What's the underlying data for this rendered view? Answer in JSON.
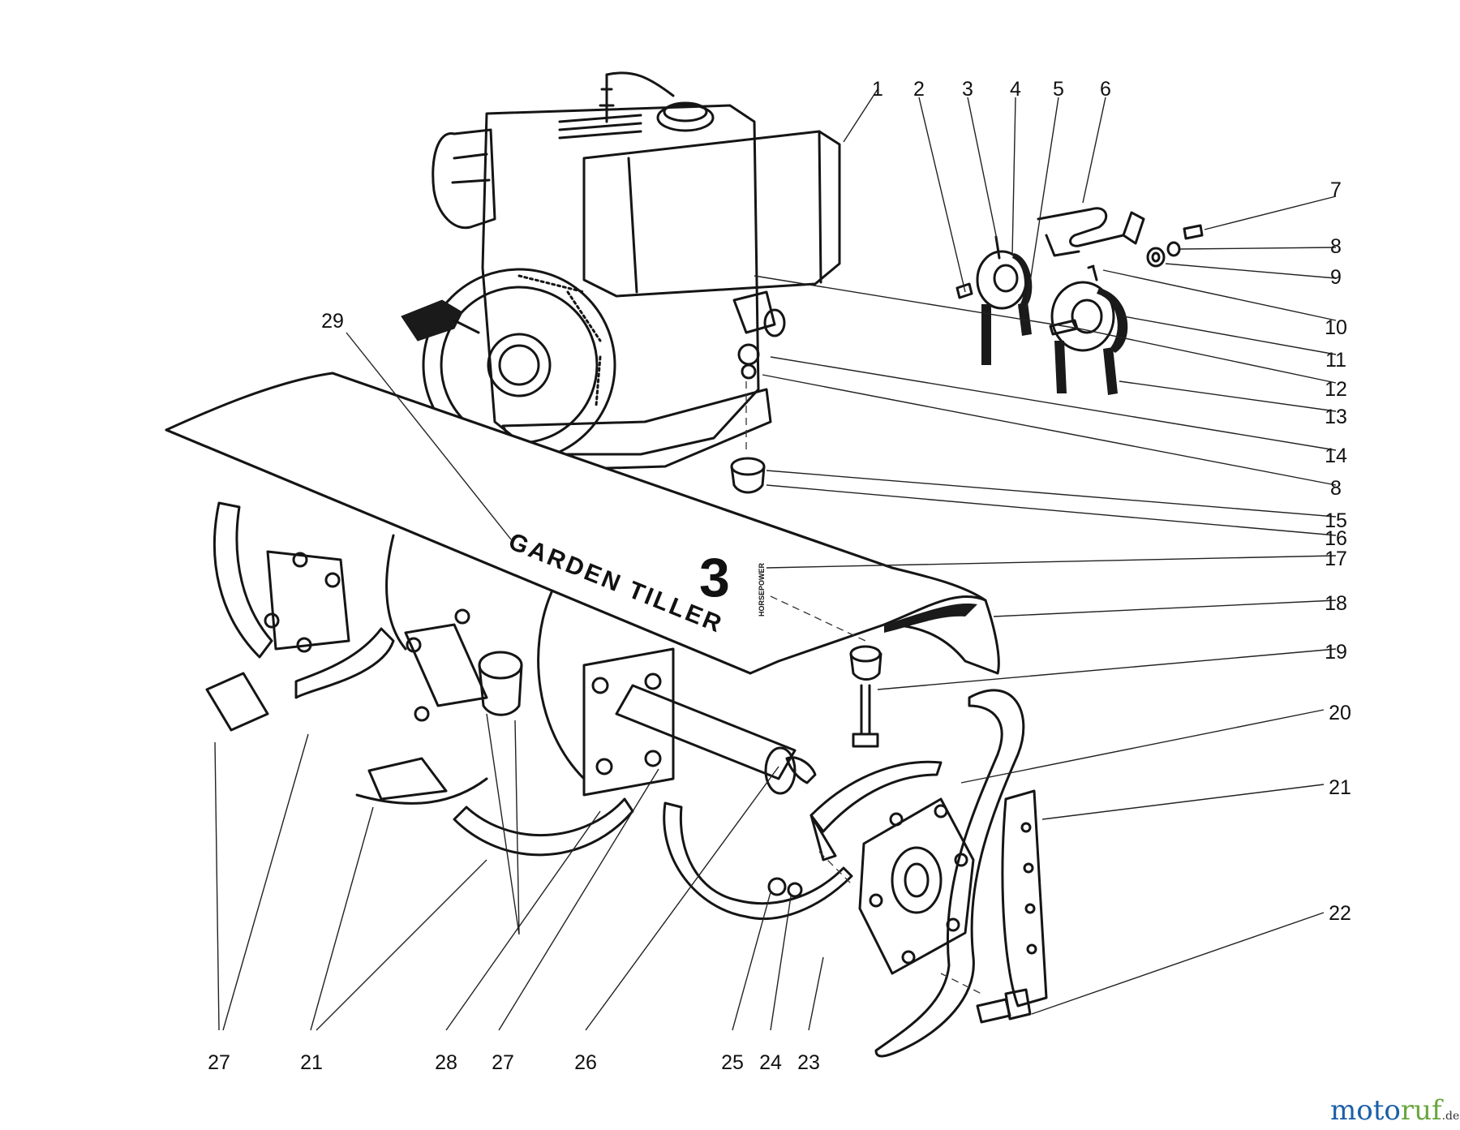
{
  "hood": {
    "brand_text": "GARDEN TILLER",
    "hp_number": "3",
    "hp_word": "HORSEPOWER"
  },
  "watermark": {
    "part1": "moto",
    "part2": "ruf",
    "suffix": ".de",
    "colors": [
      "#1a5fa8",
      "#6aa640"
    ]
  },
  "callouts": [
    {
      "id": "c1",
      "text": "1"
    },
    {
      "id": "c2",
      "text": "2"
    },
    {
      "id": "c3",
      "text": "3"
    },
    {
      "id": "c4",
      "text": "4"
    },
    {
      "id": "c5",
      "text": "5"
    },
    {
      "id": "c6",
      "text": "6"
    },
    {
      "id": "c7",
      "text": "7"
    },
    {
      "id": "c8a",
      "text": "8"
    },
    {
      "id": "c9",
      "text": "9"
    },
    {
      "id": "c10",
      "text": "10"
    },
    {
      "id": "c11",
      "text": "11"
    },
    {
      "id": "c12",
      "text": "12"
    },
    {
      "id": "c13",
      "text": "13"
    },
    {
      "id": "c14",
      "text": "14"
    },
    {
      "id": "c8b",
      "text": "8"
    },
    {
      "id": "c15",
      "text": "15"
    },
    {
      "id": "c16",
      "text": "16"
    },
    {
      "id": "c17",
      "text": "17"
    },
    {
      "id": "c18",
      "text": "18"
    },
    {
      "id": "c19",
      "text": "19"
    },
    {
      "id": "c20",
      "text": "20"
    },
    {
      "id": "c21r",
      "text": "21"
    },
    {
      "id": "c22",
      "text": "22"
    },
    {
      "id": "c29",
      "text": "29"
    },
    {
      "id": "c27a",
      "text": "27"
    },
    {
      "id": "c21b",
      "text": "21"
    },
    {
      "id": "c28",
      "text": "28"
    },
    {
      "id": "c27b",
      "text": "27"
    },
    {
      "id": "c26",
      "text": "26"
    },
    {
      "id": "c25",
      "text": "25"
    },
    {
      "id": "c24",
      "text": "24"
    },
    {
      "id": "c23",
      "text": "23"
    }
  ]
}
